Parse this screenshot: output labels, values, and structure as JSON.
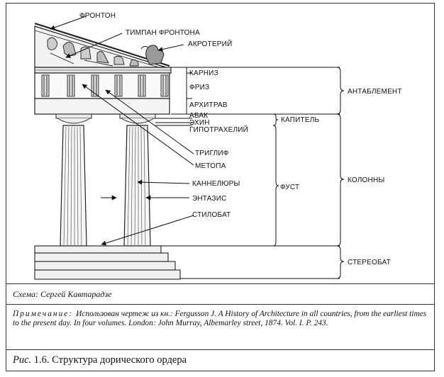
{
  "diagram": {
    "labels": {
      "fronton": "ФРОНТОН",
      "timpan": "ТИМПАН ФРОНТОНА",
      "akroteriy": "АКРОТЕРИЙ",
      "karniz": "КАРНИЗ",
      "friz": "ФРИЗ",
      "arkhitrav": "АРХИТРАВ",
      "antablement": "АНТАБЛЕМЕНТ",
      "abak": "АБАК",
      "ekhin": "ЭХИН",
      "kapitel": "КАПИТЕЛЬ",
      "gipotrakheliy": "ГИПОТРАХЕЛИЙ",
      "triglif": "ТРИГЛИФ",
      "metopa": "МЕТОПА",
      "kanneliury": "КАННЕЛЮРЫ",
      "entazis": "ЭНТАЗИС",
      "fust": "ФУСТ",
      "kolonny": "КОЛОННЫ",
      "stilobat": "СТИЛОБАТ",
      "stereobat": "СТЕРЕОБАТ"
    }
  },
  "credit": "Схема: Сергей Кавтарадзе",
  "note": {
    "lead": "Примечание:",
    "text": "Использован чертеж из кн.: Fergusson J. A History of Architecture in all countries, from the earliest times to the present day. In four volumes. London: John Murray, Albemarley street, 1874. Vol. I. P. 243."
  },
  "caption": {
    "prefix": "Рис.",
    "text": "1.6. Структура дорического ордера"
  }
}
